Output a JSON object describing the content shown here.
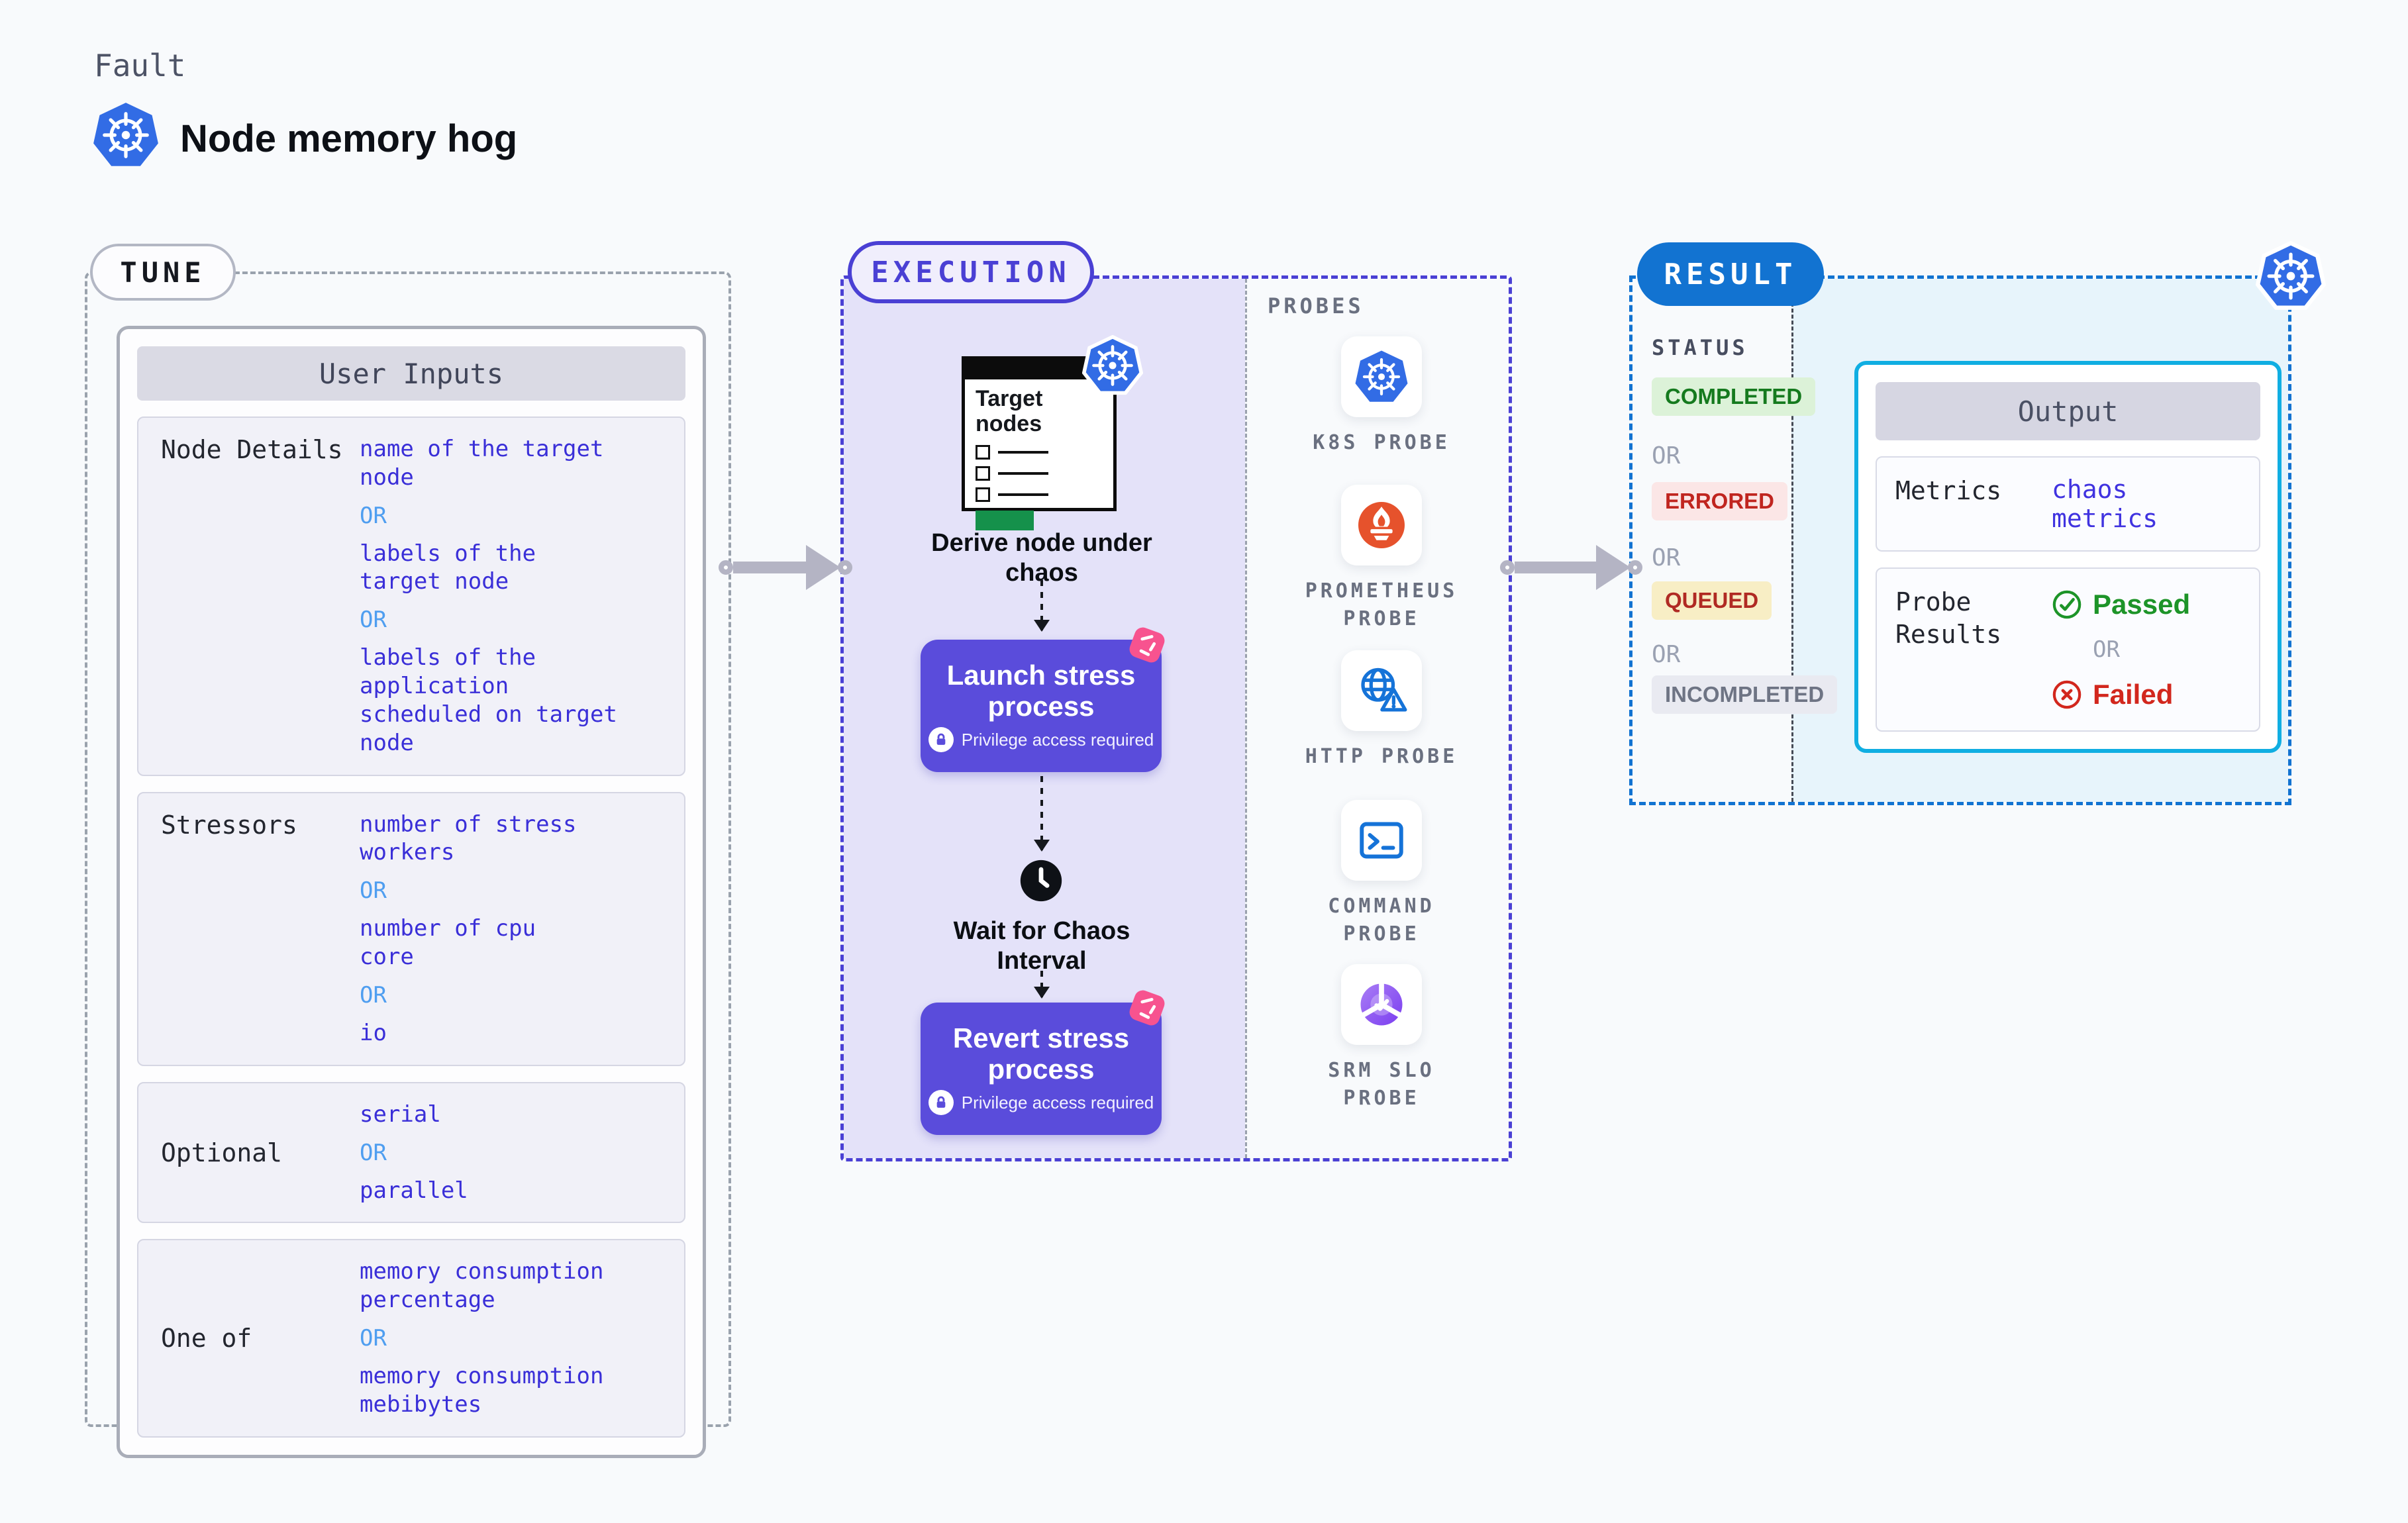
{
  "page": {
    "kicker": "Fault",
    "title": "Node memory hog"
  },
  "colors": {
    "accent_indigo": "#5a4cdb",
    "execution_border": "#4a40d4",
    "result_blue": "#1273d1",
    "output_cyan": "#10aee2",
    "chaos_pink": "#f7538f",
    "value_blue": "#3a2fd8",
    "or_blue": "#4f9ef0",
    "passed_green": "#1d9428",
    "failed_red": "#d2271d",
    "kubernetes_blue": "#326ce5",
    "prometheus_orange": "#e6522c"
  },
  "tune": {
    "badge": "TUNE",
    "table_header": "User Inputs",
    "rows": [
      {
        "label": "Node Details",
        "items": [
          "name of the target\nnode",
          "OR",
          "labels of the\ntarget node",
          "OR",
          "labels of the application\n scheduled on target node"
        ]
      },
      {
        "label": "Stressors",
        "items": [
          "number of stress\nworkers",
          "OR",
          "number of cpu\ncore",
          "OR",
          "io"
        ]
      },
      {
        "label": "Optional",
        "items": [
          "serial",
          "OR",
          "parallel"
        ]
      },
      {
        "label": "One of",
        "items": [
          "memory consumption\npercentage",
          "OR",
          "memory consumption\nmebibytes"
        ]
      }
    ]
  },
  "execution": {
    "badge": "EXECUTION",
    "target_card": {
      "title": "Target nodes"
    },
    "derive_caption": "Derive node under chaos",
    "launch": {
      "title": "Launch stress process",
      "note": "Privilege access required"
    },
    "wait_caption": "Wait for Chaos Interval",
    "revert": {
      "title": "Revert stress process",
      "note": "Privilege access required"
    },
    "probes_title": "PROBES",
    "probes": [
      {
        "label": "K8S PROBE",
        "icon": "kubernetes-probe-icon"
      },
      {
        "label": "PROMETHEUS PROBE",
        "icon": "prometheus-probe-icon"
      },
      {
        "label": "HTTP PROBE",
        "icon": "http-probe-icon"
      },
      {
        "label": "COMMAND PROBE",
        "icon": "command-probe-icon"
      },
      {
        "label": "SRM SLO PROBE",
        "icon": "srm-slo-probe-icon"
      }
    ]
  },
  "result": {
    "badge": "RESULT",
    "status_title": "STATUS",
    "status_items": [
      "COMPLETED",
      "OR",
      "ERRORED",
      "OR",
      "QUEUED",
      "OR",
      "INCOMPLETED"
    ],
    "output": {
      "title": "Output",
      "metrics_label": "Metrics",
      "metrics_value": "chaos metrics",
      "probe_results_label": "Probe Results",
      "passed": "Passed",
      "or": "OR",
      "failed": "Failed"
    }
  }
}
